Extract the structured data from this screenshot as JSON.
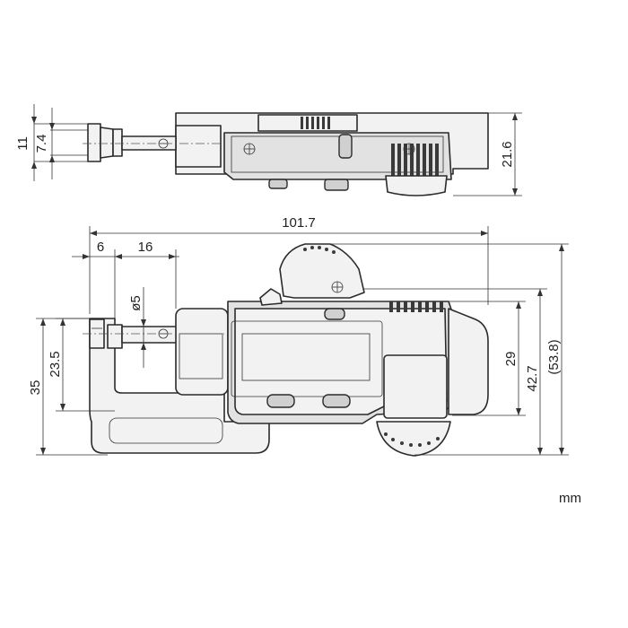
{
  "dimensions": {
    "overall_length": "101.7",
    "anvil_offset": "6",
    "spindle_length": "16",
    "spindle_diameter": "ø5",
    "throat_depth": "23.5",
    "frame_height": "35",
    "head_height_small": "29",
    "head_height_large": "42.7",
    "overall_height": "(53.8)",
    "top_width_outer": "11",
    "top_width_inner": "7.4",
    "top_thickness": "21.6"
  },
  "unit_label": "mm"
}
